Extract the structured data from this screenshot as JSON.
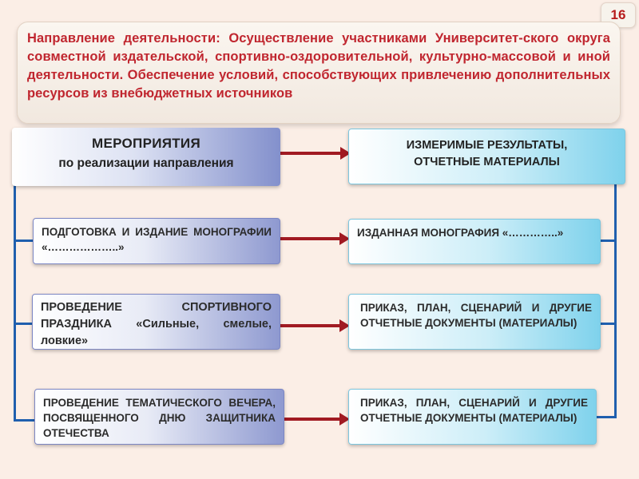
{
  "page_number": "16",
  "header": {
    "text": "Направление деятельности: Осуществление участниками Университет-ского округа совместной издательской, спортивно-оздоровительной, культурно-массовой и иной деятельности. Обеспечение условий, способствующих привлечению дополнительных ресурсов из внебюджетных источников"
  },
  "events": {
    "title": "МЕРОПРИЯТИЯ",
    "subtitle": "по реализации направления",
    "items": [
      "ПОДГОТОВКА И ИЗДАНИЕ МОНОГРАФИИ «………………..»",
      "ПРОВЕДЕНИЕ СПОРТИВНОГО ПРАЗДНИКА «Сильные, смелые, ловкие»",
      "ПРОВЕДЕНИЕ ТЕМАТИЧЕСКОГО ВЕЧЕРА, ПОСВЯЩЕННОГО ДНЮ ЗАЩИТНИКА ОТЕЧЕСТВА"
    ]
  },
  "results": {
    "title": "ИЗМЕРИМЫЕ РЕЗУЛЬТАТЫ, ОТЧЕТНЫЕ МАТЕРИАЛЫ",
    "items": [
      "ИЗДАННАЯ МОНОГРАФИЯ «…………..»",
      "ПРИКАЗ, ПЛАН, СЦЕНАРИЙ И ДРУГИЕ ОТЧЕТНЫЕ ДОКУМЕНТЫ (МАТЕРИАЛЫ)",
      "ПРИКАЗ, ПЛАН, СЦЕНАРИЙ И ДРУГИЕ ОТЧЕТНЫЕ ДОКУМЕНТЫ (МАТЕРИАЛЫ)"
    ]
  },
  "colors": {
    "header_text": "#c0262f",
    "connector_line": "#1f5fae",
    "arrow": "#a11a22"
  }
}
